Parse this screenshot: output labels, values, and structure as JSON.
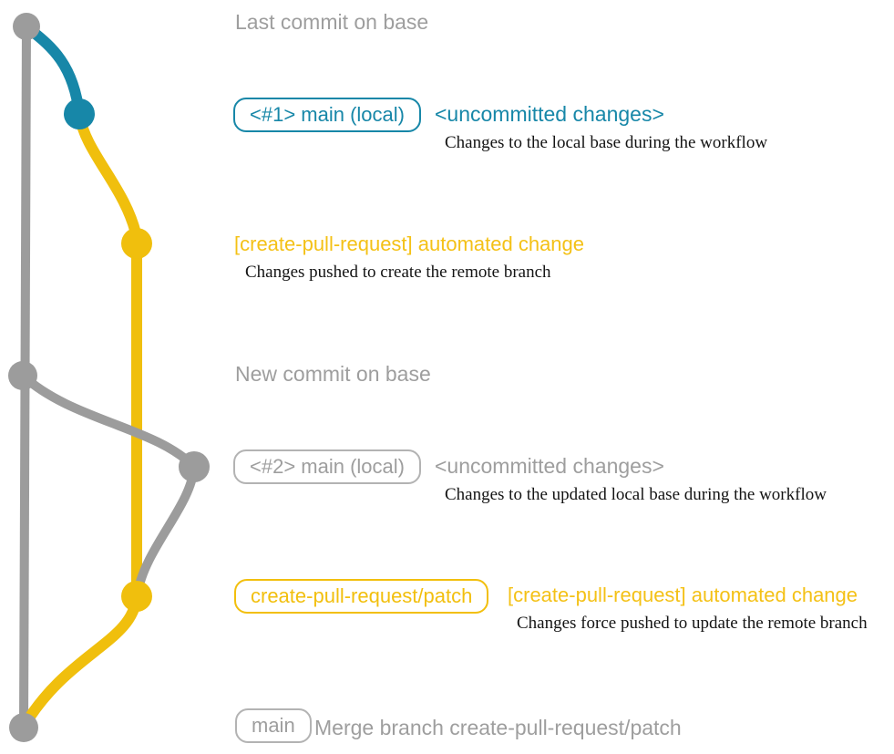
{
  "colors": {
    "gray": "#9c9c9c",
    "teal": "#1787a8",
    "yellow": "#f0bf0d",
    "gray_text": "#9e9e9e",
    "yellow_text": "#f4c116",
    "desc_text": "#141414"
  },
  "graph": {
    "base_branch": "base (gray line)",
    "local_branch": "main local (teal line)",
    "remote_branch": "create-pull-request/patch (yellow line)"
  },
  "annotations": {
    "last_commit": "Last commit on base",
    "new_commit": "New commit on base",
    "row1": {
      "tag": "<#1> main (local)",
      "message": "<uncommitted changes>",
      "description": "Changes to the local base during the workflow"
    },
    "row2": {
      "message": "[create-pull-request] automated change",
      "description": "Changes pushed to create the remote branch"
    },
    "row3": {
      "tag": "<#2> main (local)",
      "message": "<uncommitted changes>",
      "description": "Changes to the updated local base during the workflow"
    },
    "row4": {
      "tag": "create-pull-request/patch",
      "message": "[create-pull-request] automated change",
      "description": "Changes force pushed to update the remote branch"
    },
    "row5": {
      "tag": "main",
      "message": "Merge branch create-pull-request/patch"
    }
  }
}
